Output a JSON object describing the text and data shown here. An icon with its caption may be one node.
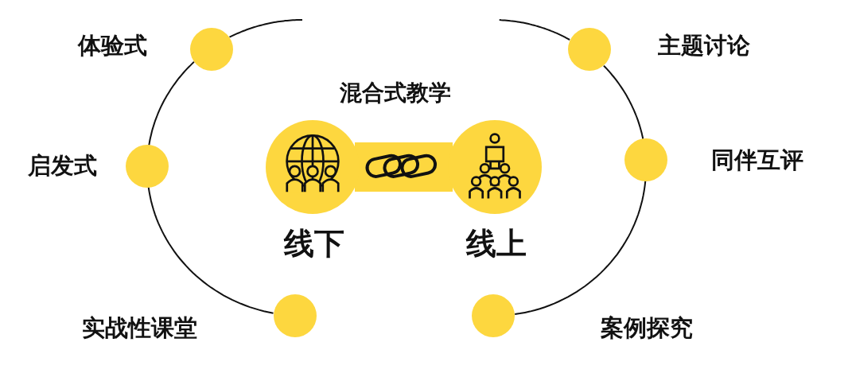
{
  "diagram": {
    "title": "混合式教学",
    "nodes": [
      {
        "text": [],
        "shape": "circle",
        "beside": [
          "体验式"
        ]
      },
      {
        "text": [],
        "shape": "circle",
        "beside": [
          "主题讨论"
        ]
      },
      {
        "text": [],
        "shape": "circle",
        "beside": [
          "启发式"
        ]
      },
      {
        "text": [
          "线下"
        ]
      },
      {
        "text": [
          "线上"
        ]
      },
      {
        "text": [],
        "shape": "circle",
        "beside": [
          "同伴互评"
        ]
      },
      {
        "text": [],
        "shape": "circle",
        "beside": [
          "实战性课堂"
        ]
      },
      {
        "text": [],
        "shape": "circle",
        "beside": [
          "案例探究"
        ]
      }
    ],
    "edges": [
      {
        "from": 3,
        "to": 4,
        "arrow": "none",
        "style": "thick",
        "color": "#fdd73f"
      },
      {
        "from": null,
        "to": 0,
        "arrow": "none"
      },
      {
        "from": 0,
        "to": 2,
        "arrow": "none"
      },
      {
        "from": 2,
        "to": 6,
        "arrow": "none"
      },
      {
        "from": null,
        "to": 1,
        "arrow": "none"
      },
      {
        "from": 1,
        "to": 5,
        "arrow": "none"
      },
      {
        "from": 5,
        "to": 7,
        "arrow": "none"
      }
    ]
  }
}
